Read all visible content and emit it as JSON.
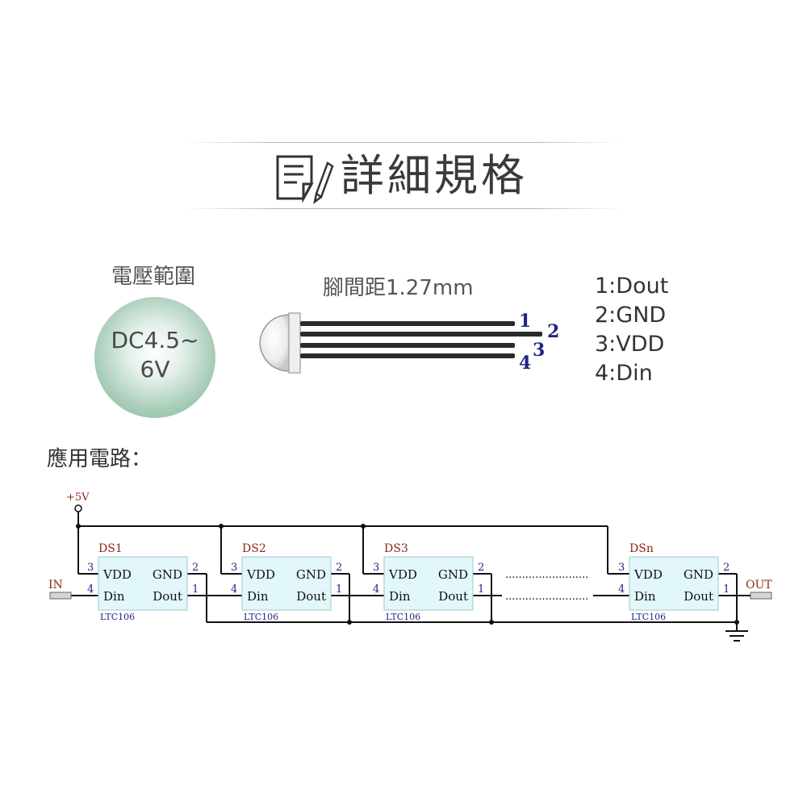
{
  "header": {
    "title": "詳細規格"
  },
  "voltage": {
    "label": "電壓範圍",
    "value_line1": "DC4.5~",
    "value_line2": "6V"
  },
  "pitch": {
    "label": "腳間距1.27mm"
  },
  "pins": {
    "list": [
      "1:Dout",
      "2:GND",
      "3:VDD",
      "4:Din"
    ],
    "numbers": [
      "1",
      "2",
      "3",
      "4"
    ]
  },
  "application": {
    "label": "應用電路："
  },
  "circuit": {
    "supply": "+5V",
    "input": "IN",
    "output": "OUT",
    "dots": ".........................",
    "chips": [
      {
        "name": "DS1",
        "part": "LTC106",
        "vdd": "VDD",
        "gnd": "GND",
        "din": "Din",
        "dout": "Dout",
        "p1": "1",
        "p2": "2",
        "p3": "3",
        "p4": "4"
      },
      {
        "name": "DS2",
        "part": "LTC106",
        "vdd": "VDD",
        "gnd": "GND",
        "din": "Din",
        "dout": "Dout",
        "p1": "1",
        "p2": "2",
        "p3": "3",
        "p4": "4"
      },
      {
        "name": "DS3",
        "part": "LTC106",
        "vdd": "VDD",
        "gnd": "GND",
        "din": "Din",
        "dout": "Dout",
        "p1": "1",
        "p2": "2",
        "p3": "3",
        "p4": "4"
      },
      {
        "name": "DSn",
        "part": "LTC106",
        "vdd": "VDD",
        "gnd": "GND",
        "din": "Din",
        "dout": "Dout",
        "p1": "1",
        "p2": "2",
        "p3": "3",
        "p4": "4"
      }
    ]
  },
  "colors": {
    "chip_fill": "#e2f7fa",
    "chip_border": "#9fc7cf",
    "pin_number": "#1d2680",
    "wire": "#111111",
    "chip_label": "#8a2a14"
  }
}
